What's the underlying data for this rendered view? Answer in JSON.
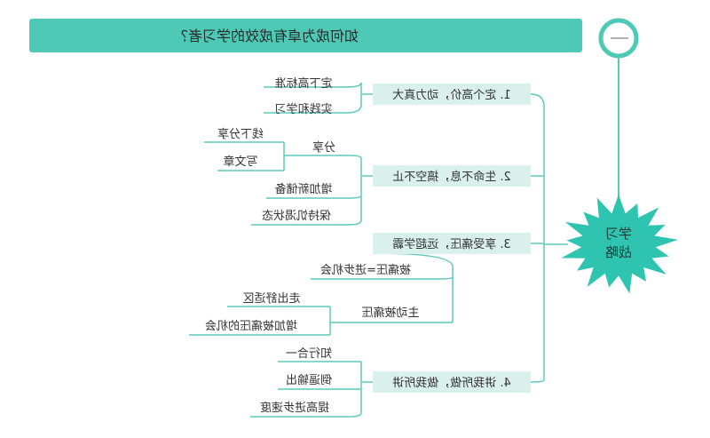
{
  "title": "如何成为卓有成效的学习者？",
  "center": {
    "lines": [
      "学习",
      "战略"
    ]
  },
  "branches": [
    {
      "label": "1. 定个高价，动力真大",
      "children": [
        {
          "label": "定下高标准"
        },
        {
          "label": "实践和学习"
        }
      ]
    },
    {
      "label": "2. 生命不息，搞空不止",
      "children": [
        {
          "label": "分享",
          "children": [
            {
              "label": "线下分享"
            },
            {
              "label": "写文章"
            }
          ]
        },
        {
          "label": "增加新储备"
        },
        {
          "label": "保持饥渴状态"
        }
      ]
    },
    {
      "label": "3. 享受痛压，远超学霸",
      "children": [
        {
          "label": "被痛压=进步机会"
        },
        {
          "label": "主动被痛压",
          "children": [
            {
              "label": "走出舒适区"
            },
            {
              "label": "增加被痛压的机会"
            }
          ]
        }
      ]
    },
    {
      "label": "4. 讲我所做，做我所讲",
      "children": [
        {
          "label": "知行合一"
        },
        {
          "label": "倒逼输出"
        },
        {
          "label": "提高进步速度"
        }
      ]
    }
  ],
  "colors": {
    "teal": "#4ec9b6",
    "teal_light": "#d9f0ec",
    "line": "#5ccabb",
    "star": "#2ec4b0"
  }
}
